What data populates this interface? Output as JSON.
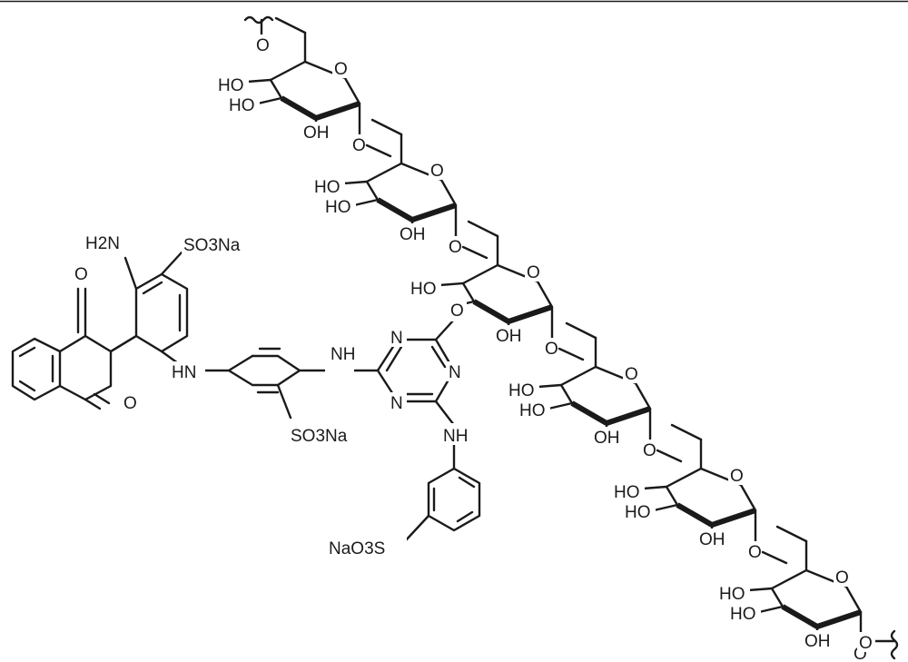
{
  "colors": {
    "ink": "#1a1a1a",
    "background": "#ffffff"
  },
  "dye": {
    "amine": "H2N",
    "sulfonate_top": "SO3Na",
    "carbonyl_top": "O",
    "carbonyl_bottom": "O",
    "linker_nh_1": "HN",
    "linker_nh_2": "NH",
    "sulfonate_mid": "SO3Na",
    "triazine_n1": "N",
    "triazine_n2": "N",
    "triazine_n3": "N",
    "linker_nh_3": "NH",
    "sulfonate_bottom": "NaO3S",
    "ether_o": "O"
  },
  "sugars": [
    {
      "ho_upper": "HO",
      "ho_lower": "HO",
      "oh": "OH",
      "ring_o": "O",
      "link_o": "O"
    },
    {
      "ho_upper": "HO",
      "ho_lower": "HO",
      "oh": "OH",
      "ring_o": "O",
      "link_o": "O"
    },
    {
      "ho_upper": "HO",
      "ho_lower": "",
      "oh": "OH",
      "ring_o": "O",
      "link_o": "O"
    },
    {
      "ho_upper": "HO",
      "ho_lower": "HO",
      "oh": "OH",
      "ring_o": "O",
      "link_o": "O"
    },
    {
      "ho_upper": "HO",
      "ho_lower": "HO",
      "oh": "OH",
      "ring_o": "O",
      "link_o": "O"
    },
    {
      "ho_upper": "HO",
      "ho_lower": "HO",
      "oh": "OH",
      "ring_o": "O",
      "link_o": "O"
    }
  ],
  "chain_start_o": "O",
  "chain_end_o": "O"
}
